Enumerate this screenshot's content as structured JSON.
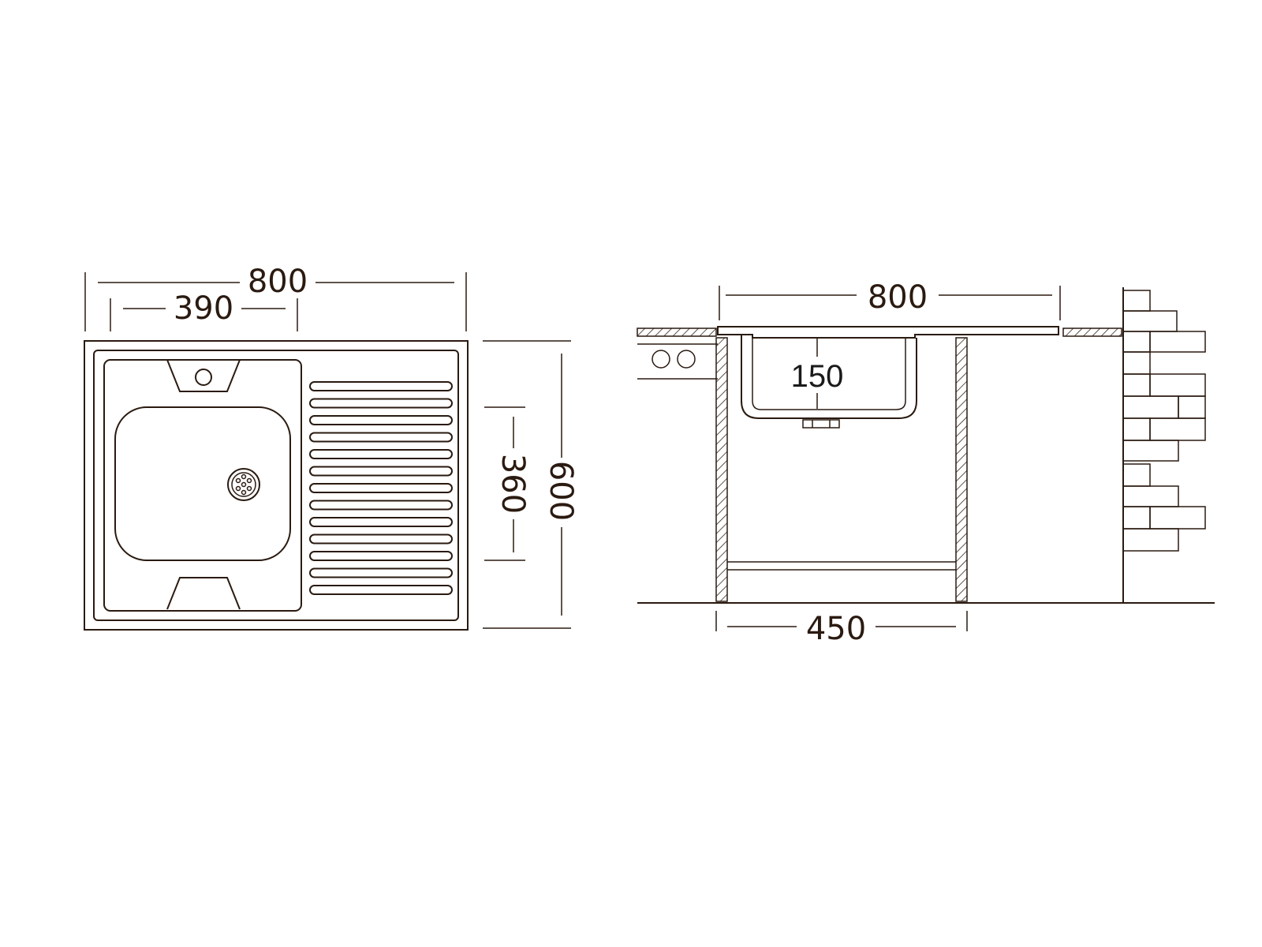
{
  "top_view": {
    "overall_width": "800",
    "bowl_width": "390",
    "overall_depth": "600",
    "bowl_depth": "360"
  },
  "side_view": {
    "overall_width": "800",
    "bowl_height": "150",
    "cabinet_width": "450"
  },
  "colors": {
    "line": "#2a1a10",
    "background": "#ffffff"
  }
}
